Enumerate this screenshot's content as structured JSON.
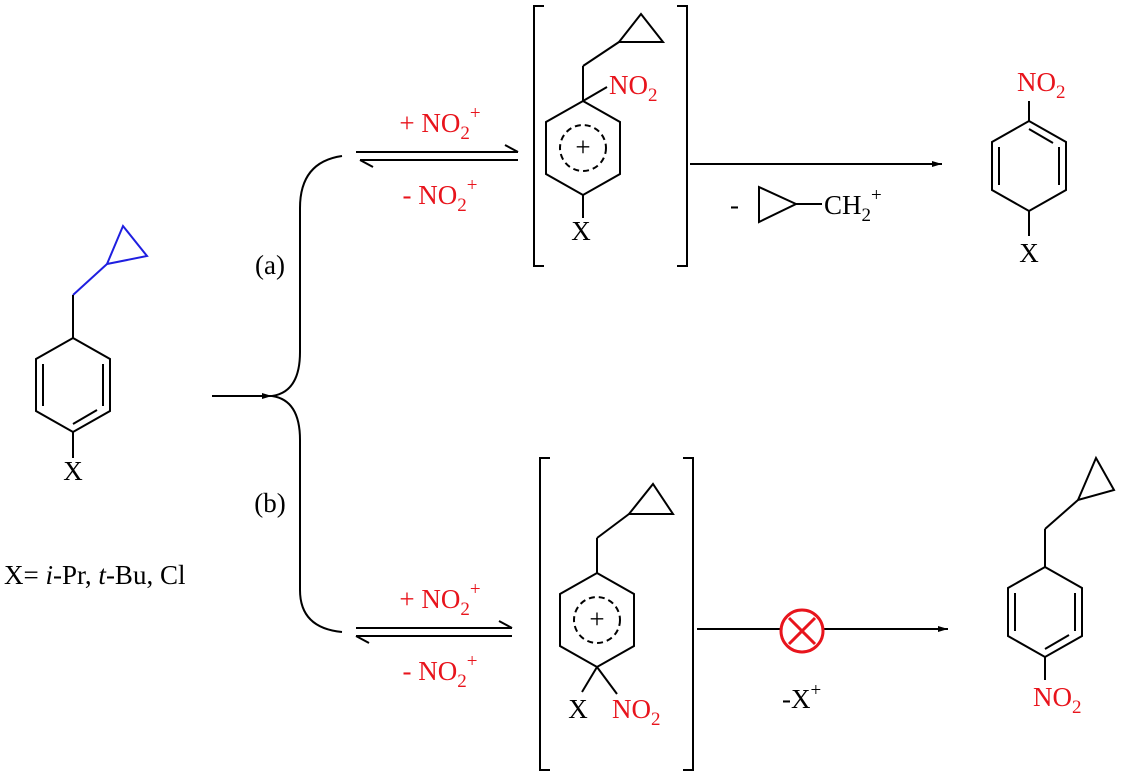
{
  "colors": {
    "bond": "#000000",
    "cyclopropyl_highlight": "#1f1fe0",
    "nitro": "#e8141c",
    "blocked_marker": "#e8141c"
  },
  "start": {
    "substituent": "X",
    "legend": {
      "prefix": "X= ",
      "i": "i",
      "pr": "-Pr, ",
      "t": "t",
      "bu": "-Bu, Cl"
    }
  },
  "path_a": {
    "label": "(a)",
    "forward": {
      "sign": "+ NO",
      "sub": "2",
      "sup": "+"
    },
    "reverse": {
      "sign": "- NO",
      "sub": "2",
      "sup": "+"
    },
    "intermediate": {
      "nitro": "NO",
      "nitro_sub": "2",
      "substituent": "X",
      "charge": "+"
    },
    "loss": {
      "sign": "-",
      "group": "CH",
      "group_sub": "2",
      "group_sup": "+"
    },
    "product": {
      "nitro": "NO",
      "nitro_sub": "2",
      "substituent": "X"
    }
  },
  "path_b": {
    "label": "(b)",
    "forward": {
      "sign": "+ NO",
      "sub": "2",
      "sup": "+"
    },
    "reverse": {
      "sign": "- NO",
      "sub": "2",
      "sup": "+"
    },
    "intermediate": {
      "nitro": "NO",
      "nitro_sub": "2",
      "substituent": "X",
      "charge": "+"
    },
    "loss": {
      "text": "-X",
      "sup": "+"
    },
    "blocked_icon": "circled-x-icon",
    "product": {
      "nitro": "NO",
      "nitro_sub": "2"
    }
  }
}
